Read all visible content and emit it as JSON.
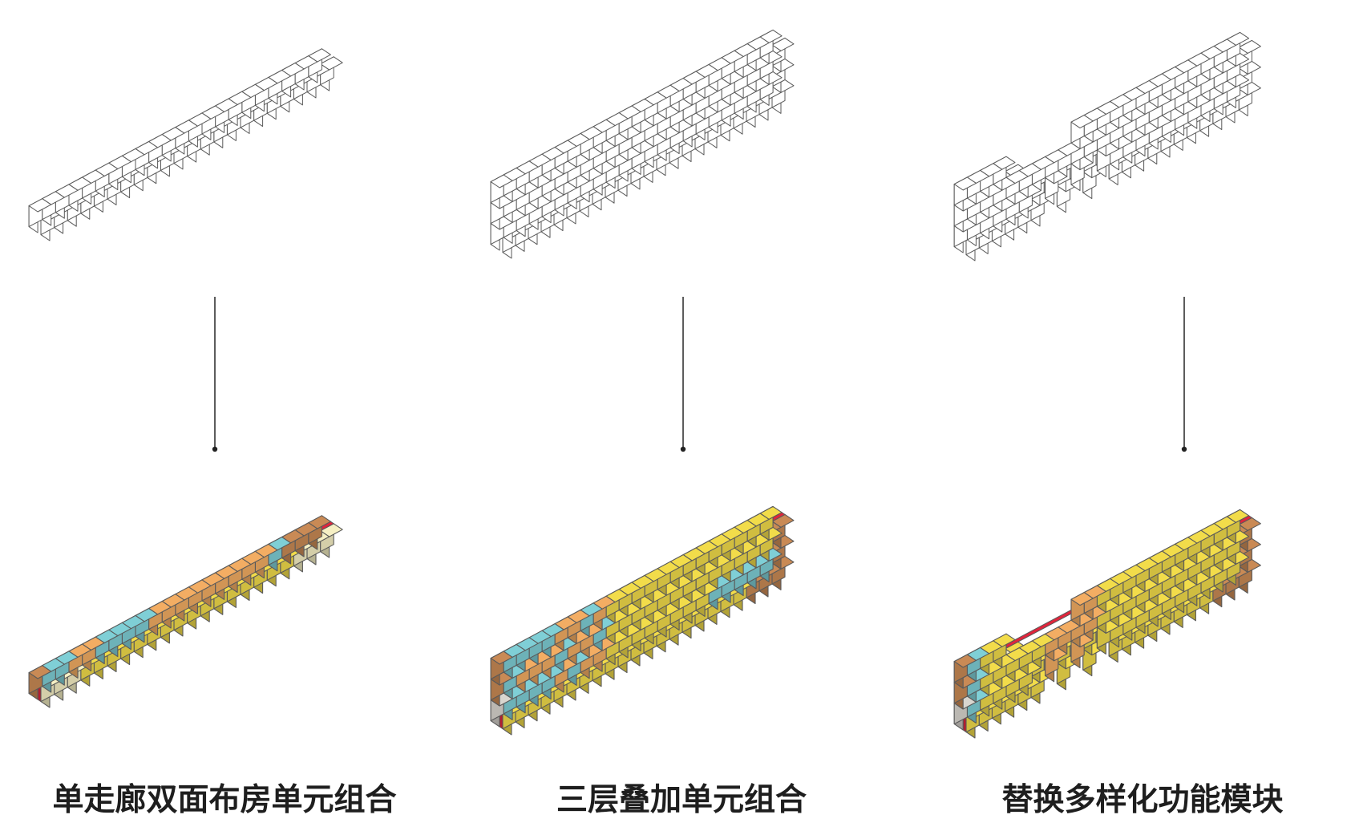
{
  "captions": [
    "单走廊双面布房单元组合",
    "三层叠加单元组合",
    "替换多样化功能模块"
  ],
  "colors": {
    "outline": "#5a5a5a",
    "corridor": "#e0253c",
    "yellow": "#f2dc4a",
    "cream": "#f6f0c4",
    "orange": "#f3ad63",
    "brown": "#c98a55",
    "cyan": "#7fcfd6",
    "grey": "#d9d6cf"
  }
}
